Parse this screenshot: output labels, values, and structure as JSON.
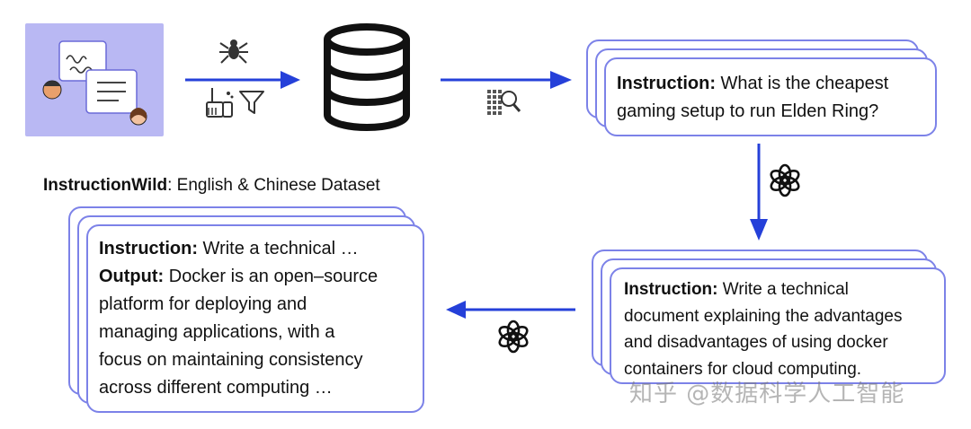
{
  "dataset_caption": {
    "name": "InstructionWild",
    "rest": ": English & Chinese Dataset"
  },
  "top_card": {
    "instruction_label": "Instruction:",
    "line1": " What is the cheapest",
    "line2": "gaming setup to run Elden Ring?"
  },
  "right_card": {
    "instruction_label": "Instruction:",
    "line1": " Write a technical",
    "line2": "document explaining the advantages",
    "line3": "and disadvantages of using docker",
    "line4": "containers for cloud computing."
  },
  "left_card": {
    "instruction_label": "Instruction:",
    "instruction_text": " Write a technical …",
    "output_label": "Output:",
    "output_line1": " Docker is an open–source",
    "output_line2": "platform for deploying and",
    "output_line3": "managing applications, with a",
    "output_line4": "focus on maintaining consistency",
    "output_line5": "across different computing …"
  },
  "watermark": "知乎 @数据科学人工智能",
  "colors": {
    "arrow": "#2540d9",
    "card_border": "#7c82e8",
    "panel": "#b9b8f3"
  },
  "icons": [
    "chat-bubbles-icon",
    "spider-icon",
    "cleaning-icon",
    "filter-icon",
    "database-icon",
    "text-extract-icon",
    "openai-logo-icon"
  ]
}
